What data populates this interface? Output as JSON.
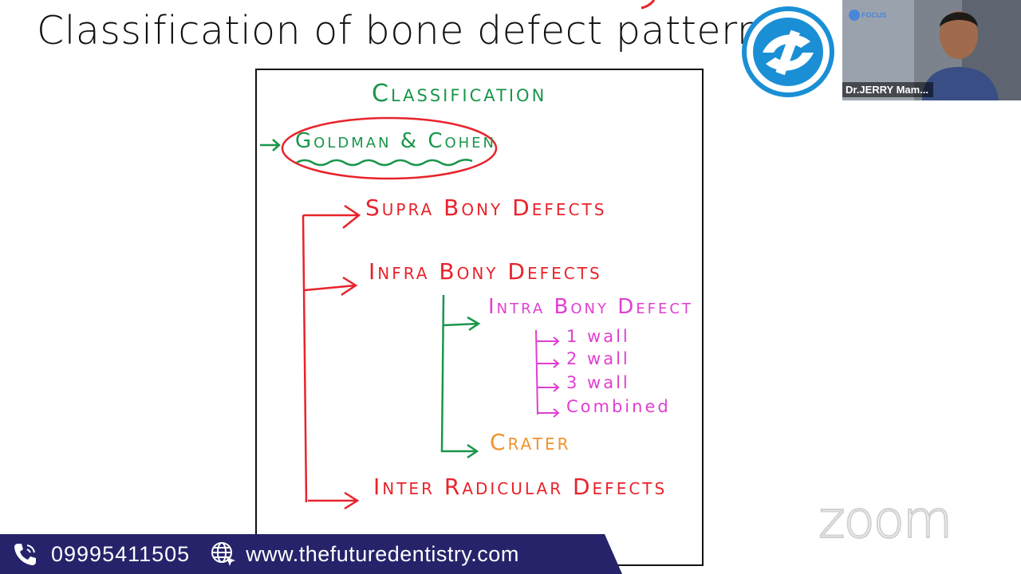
{
  "slide": {
    "title": "Classification of bone defect patterns"
  },
  "whiteboard": {
    "heading": "Classification",
    "authors": "Goldman & Cohen",
    "supra": "Supra Bony Defects",
    "infra": "Infra Bony Defects",
    "intra": "Intra Bony Defect",
    "walls": [
      "1 wall",
      "2 wall",
      "3 wall",
      "Combined"
    ],
    "crater": "Crater",
    "inter": "Inter Radicular Defects"
  },
  "video": {
    "participant_name": "Dr.JERRY Mam...",
    "badge": "FOCUS"
  },
  "watermark": "zoom",
  "contact": {
    "phone": "09995411505",
    "website": "www.thefuturedentistry.com"
  },
  "colors": {
    "bar": "#26236b",
    "green": "#19964a",
    "red": "#e8232b",
    "magenta": "#e03fd0",
    "orange": "#f0932b",
    "logo_blue": "#1a8fd6"
  }
}
